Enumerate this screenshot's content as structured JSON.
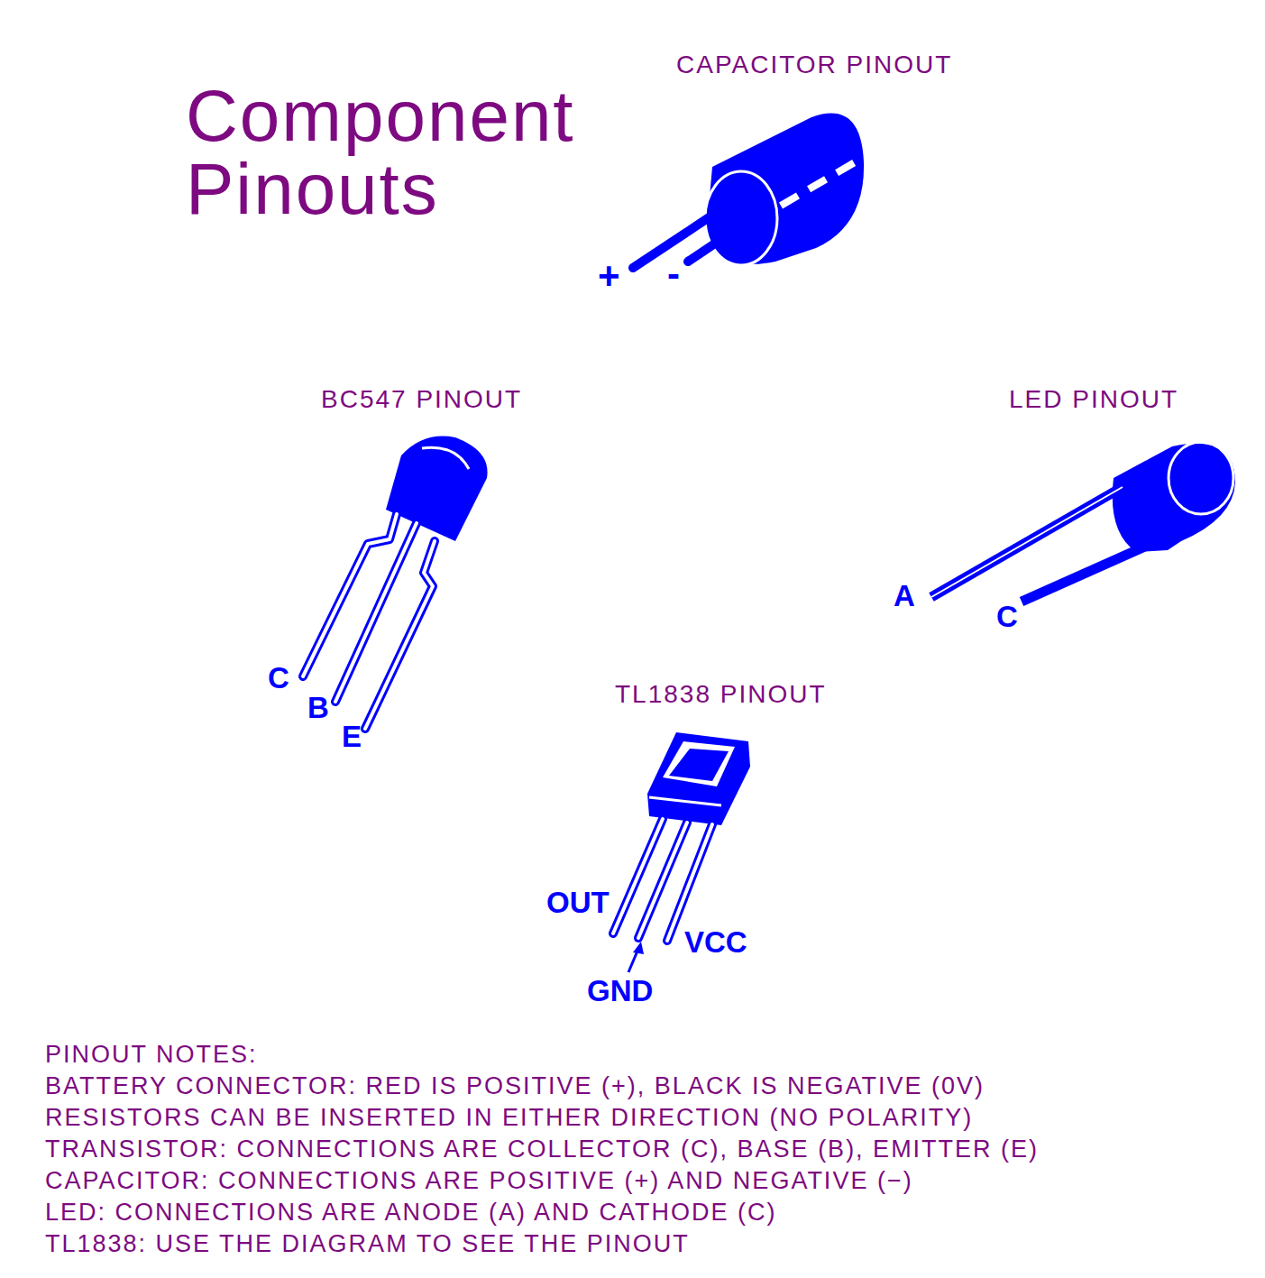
{
  "diagram": {
    "title": "Component Pinouts",
    "labels": [
      "CAPACITOR PINOUT",
      "+",
      "-",
      "BC547 PINOUT",
      "C",
      "B",
      "E",
      "LED PINOUT",
      "A",
      "C",
      "TL1838 PINOUT",
      "OUT",
      "GND",
      "VCC",
      "PINOUT NOTES:",
      "BATTERY CONNECTOR: RED IS POSITIVE (+), BLACK IS NEGATIVE (0V)",
      "RESISTORS CAN BE INSERTED IN EITHER DIRECTION (NO POLARITY)",
      "TRANSISTOR: CONNECTIONS ARE COLLECTOR (C), BASE (B), EMITTER (E)",
      "CAPACITOR: CONNECTIONS ARE POSITIVE (+) AND NEGATIVE (−)",
      "LED: CONNECTIONS ARE ANODE (A) AND CATHODE (C)",
      "TL1838: USE THE DIAGRAM TO SEE THE PINOUT"
    ]
  }
}
